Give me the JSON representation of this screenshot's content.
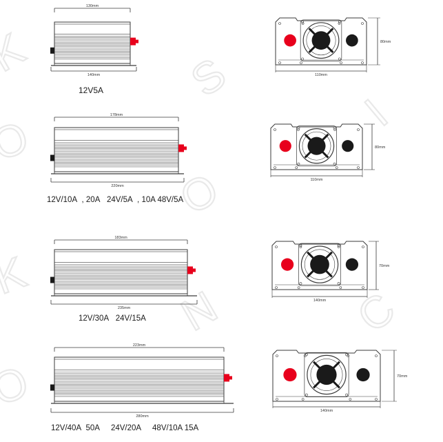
{
  "watermark_letters": [
    "K",
    "O",
    "K",
    "O",
    "S",
    "O",
    "N",
    "I",
    "C"
  ],
  "models": [
    {
      "side": {
        "top_dim": "130mm",
        "bottom_dim": "140mm"
      },
      "front": {
        "width_dim": "110mm",
        "height_dim": "80mm"
      },
      "caption": "12V5A"
    },
    {
      "side": {
        "top_dim": "178mm",
        "bottom_dim": "220mm"
      },
      "front": {
        "width_dim": "110mm",
        "height_dim": "80mm"
      },
      "caption": "12V/10A  , 20A   24V/5A  , 10A 48V/5A"
    },
    {
      "side": {
        "top_dim": "183mm",
        "bottom_dim": "235mm"
      },
      "front": {
        "width_dim": "140mm",
        "height_dim": "70mm"
      },
      "caption": "12V/30A   24V/15A"
    },
    {
      "side": {
        "top_dim": "223mm",
        "bottom_dim": "280mm"
      },
      "front": {
        "width_dim": "140mm",
        "height_dim": "70mm"
      },
      "caption": "12V/40A  50A     24V/20A     48V/10A 15A"
    }
  ],
  "colors": {
    "line": "#3a3a3a",
    "terminal_red": "#e8001c",
    "terminal_black": "#1a1a1a",
    "watermark": "#e9e9e9"
  }
}
